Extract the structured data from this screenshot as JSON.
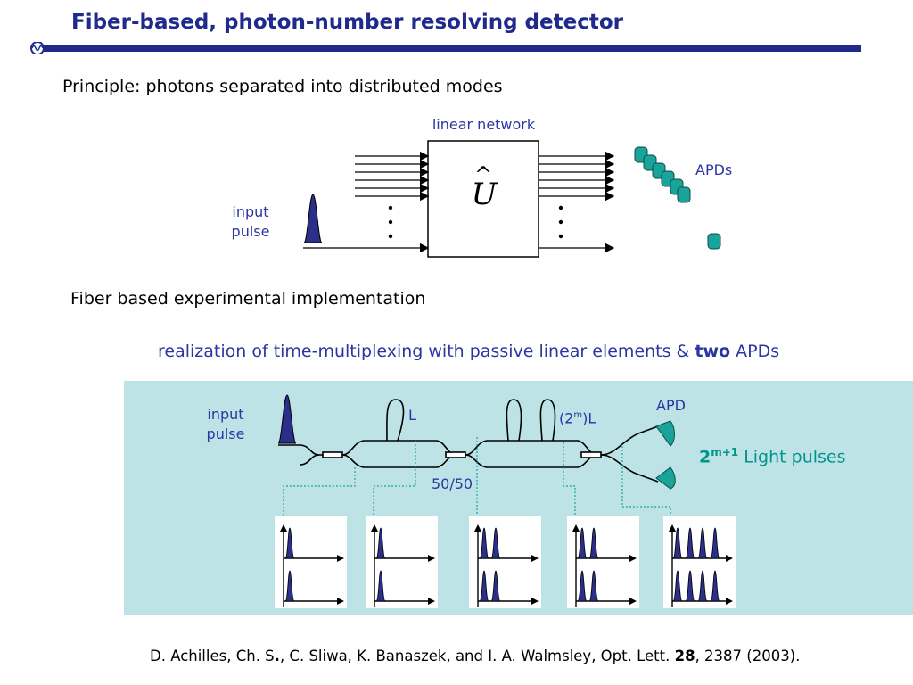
{
  "slide": {
    "title": "Fiber-based, photon-number resolving detector",
    "principle": "Principle: photons separated into distributed modes",
    "implementation": "Fiber based experimental implementation",
    "realization_pre": "realization of time-multiplexing with passive linear elements & ",
    "realization_bold": "two",
    "realization_post": " APDs"
  },
  "top_diagram": {
    "network_label": "linear network",
    "operator": "U",
    "operator_accent": "^",
    "detectors_label": "APDs",
    "input_label_1": "input",
    "input_label_2": "pulse"
  },
  "fiber_diagram": {
    "input_label_1": "input",
    "input_label_2": "pulse",
    "loop1_label": "L",
    "loop2_label_pre": "(2",
    "loop2_label_sup": "m",
    "loop2_label_post": ")L",
    "apd_label": "APD",
    "coupler_label": "50/50",
    "pulses_count": "2",
    "pulses_count_sup": "m+1",
    "pulses_text": " Light pulses",
    "plots": [
      {
        "top_pulses": 1,
        "bottom_pulses": 1
      },
      {
        "top_pulses": 1,
        "bottom_pulses": 1
      },
      {
        "top_pulses": 2,
        "bottom_pulses": 2
      },
      {
        "top_pulses": 2,
        "bottom_pulses": 2
      },
      {
        "top_pulses": 4,
        "bottom_pulses": 4
      }
    ]
  },
  "citation": {
    "pre": "D. Achilles, Ch. S",
    "dot": ".",
    "mid": ", C. Sliwa, K. Banaszek, and I. A. Walmsley, Opt. Lett. ",
    "volume": "28",
    "post": ", 2387 (2003)."
  },
  "colors": {
    "title": "#1f2a8c",
    "label_blue": "#2b36a3",
    "accent_teal": "#00948a",
    "panel": "#bde3e6",
    "pulse_fill": "#2b2f8a",
    "detector": "#1aa39a"
  }
}
